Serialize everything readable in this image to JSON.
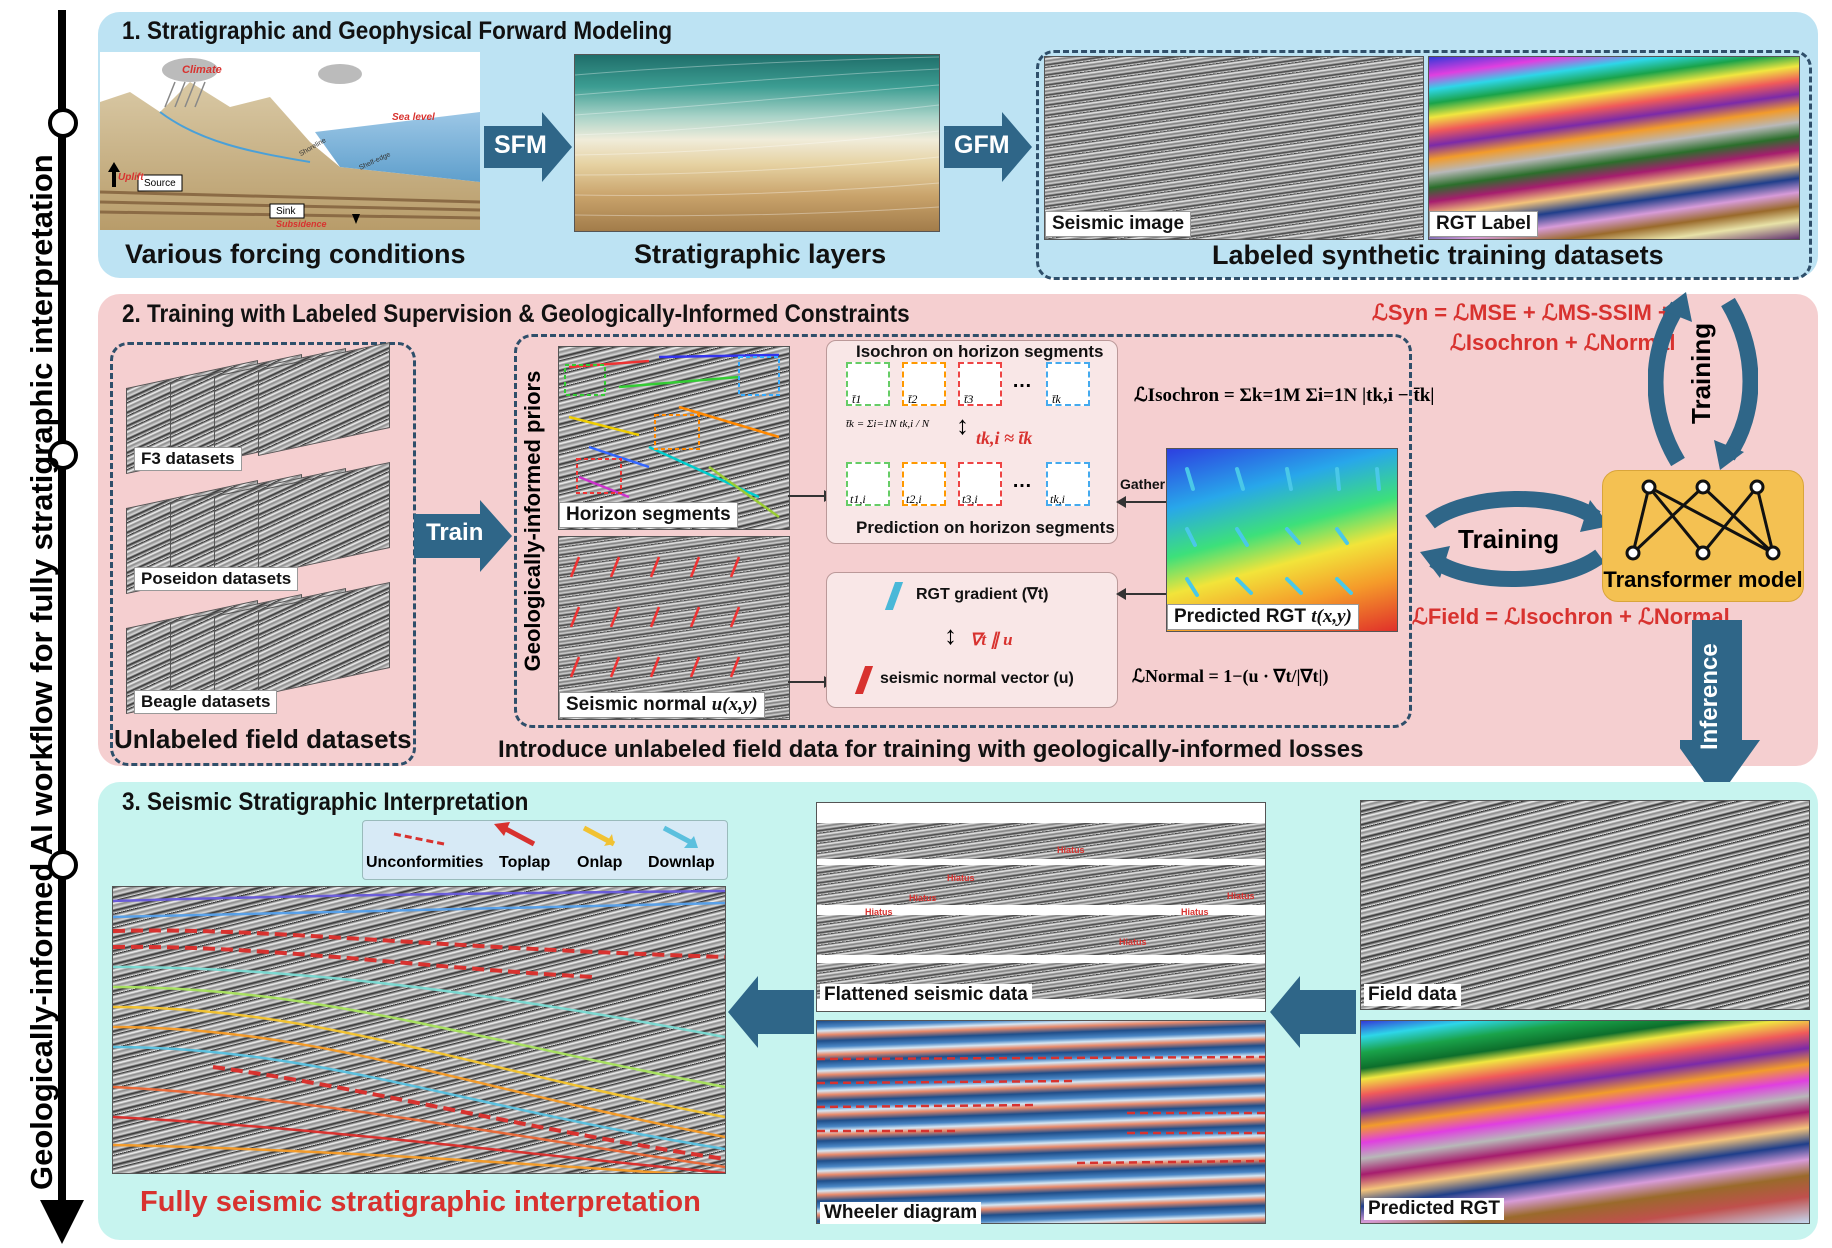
{
  "side_title": "Geologically-informed AI workflow for  fully stratigraphic interpretation",
  "colors": {
    "panel1": "#bde3f3",
    "panel2": "#f5cfd0",
    "panel3": "#c7f4ef",
    "arrow": "#2f6688",
    "accent_red": "#d8322f",
    "transformer": "#f4c152"
  },
  "section1": {
    "title": "1. Stratigraphic and Geophysical Forward Modeling",
    "caption_forcing": "Various forcing conditions",
    "caption_layers": "Stratigraphic layers",
    "caption_labeled": "Labeled synthetic training datasets",
    "sfm": "SFM",
    "gfm": "GFM",
    "seismic_image": "Seismic image",
    "rgt_label": "RGT Label",
    "sketch": {
      "climate": "Climate",
      "sea_level": "Sea level",
      "uplift": "Uplift",
      "source": "Source",
      "sink": "Sink",
      "subsidence": "Subsidence",
      "shoreline": "Shoreline",
      "shelf_edge": "Shelf-edge"
    }
  },
  "section2": {
    "title": "2. Training with Labeled Supervision & Geologically-Informed Constraints",
    "f3": "F3 datasets",
    "poseidon": "Poseidon datasets",
    "beagle": "Beagle datasets",
    "unlabeled": "Unlabeled field datasets",
    "train": "Train",
    "priors": "Geologically-informed priors",
    "horizon_segments": "Horizon segments",
    "seismic_normal": "Seismic normal",
    "seismic_normal_sub": "u(x,y)",
    "isochron_title": "Isochron on horizon segments",
    "prediction_title": "Prediction on horizon segments",
    "tk_eq": "t̄k = Σi=1N tk,i / N",
    "approx": "tk,i ≈ t̄k",
    "t_labels": [
      "t̄1",
      "t̄2",
      "t̄3",
      "…",
      "t̄k"
    ],
    "tki_labels": [
      "t1,i",
      "t2,i",
      "t3,i",
      "…",
      "tk,i"
    ],
    "rgt_gradient": "RGT gradient (∇t)",
    "parallel": "∇t ∥ u",
    "normal_vector": "seismic normal vector (u)",
    "gather": "Gather",
    "predicted_rgt": "Predicted RGT",
    "predicted_rgt_sub": "t(x,y)",
    "loss_isochron": "ℒIsochron = Σk=1M Σi=1N |tk,i − t̄k|",
    "loss_normal": "ℒNormal = 1−(u · ∇t/|∇t|)",
    "loss_syn_1": "ℒSyn = ℒMSE + ℒMS-SSIM +",
    "loss_syn_2": "ℒIsochron + ℒNormal",
    "loss_field": "ℒField = ℒIsochron + ℒNormal",
    "training_a": "Training",
    "training_b": "Training",
    "transformer": "Transformer model",
    "inference": "Inference",
    "caption": "Introduce unlabeled field data for training with geologically-informed losses"
  },
  "section3": {
    "title": "3. Seismic Stratigraphic Interpretation",
    "legend": [
      "Unconformities",
      "Toplap",
      "Onlap",
      "Downlap"
    ],
    "legend_colors": [
      "#d8322f",
      "#d8322f",
      "#f1c232",
      "#5bc0de"
    ],
    "flattened": "Flattened seismic data",
    "wheeler": "Wheeler diagram",
    "field_data": "Field data",
    "predicted_rgt": "Predicted RGT",
    "hiatus": "Hiatus",
    "caption": "Fully seismic stratigraphic interpretation"
  }
}
